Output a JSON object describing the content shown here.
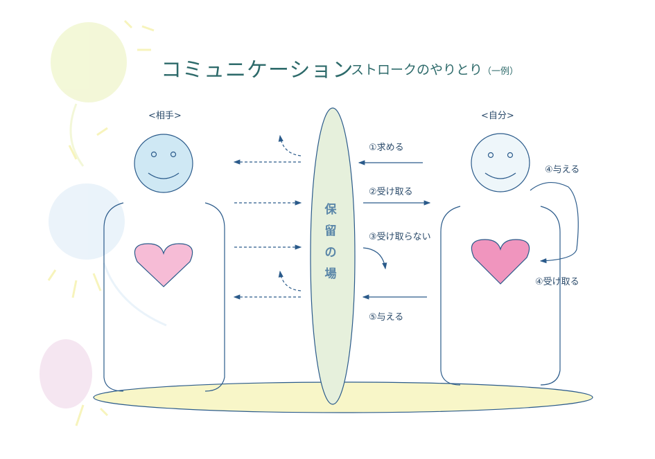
{
  "title": "コミュニケーション",
  "subtitle": "ストロークのやりとり",
  "subtitle_note": "（一例）",
  "left_person": "<相手>",
  "right_person": "<自分>",
  "center_zone": [
    "保",
    "留",
    "の",
    "場"
  ],
  "arrows": {
    "a1": "①求める",
    "a2": "②受け取る",
    "a3": "③受け取らない",
    "a4_give": "④与える",
    "a4_receive": "④受け取る",
    "a5": "⑤与える"
  },
  "colors": {
    "line": "#2a5a8a",
    "face_left": "#cfe8f4",
    "face_right": "#eef6fa",
    "heart_left": "#f6bcd6",
    "heart_right": "#f095be",
    "zone": "#e6f0dc",
    "floor": "#f8f6c8"
  }
}
